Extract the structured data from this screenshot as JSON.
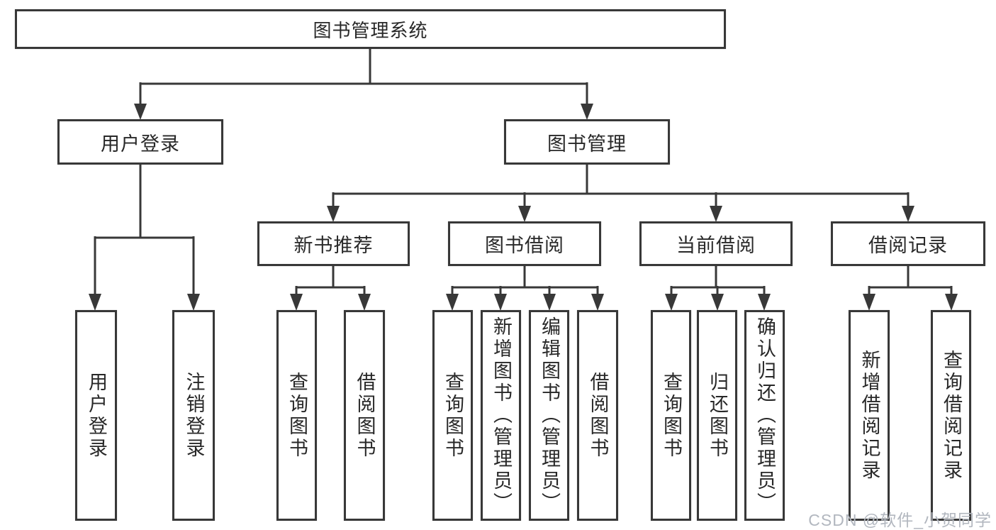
{
  "diagram": {
    "type": "hierarchy",
    "nodes": {
      "root": "图书管理系统",
      "login": "用户登录",
      "book_mgmt": "图书管理",
      "new_book": "新书推荐",
      "book_borrow": "图书借阅",
      "current_borrow": "当前借阅",
      "borrow_records": "借阅记录",
      "leaf_user_login": "用户登录",
      "leaf_logout": "注销登录",
      "leaf_nb_query": "查询图书",
      "leaf_nb_borrow": "借阅图书",
      "leaf_bb_query": "查询图书",
      "leaf_bb_add": "新增图书（管理员）",
      "leaf_bb_edit": "编辑图书（管理员）",
      "leaf_bb_borrow": "借阅图书",
      "leaf_cb_query": "查询图书",
      "leaf_cb_return": "归还图书",
      "leaf_cb_confirm": "确认归还（管理员）",
      "leaf_br_add": "新增借阅记录",
      "leaf_br_query": "查询借阅记录"
    },
    "edges": [
      [
        "图书管理系统",
        "用户登录"
      ],
      [
        "图书管理系统",
        "图书管理"
      ],
      [
        "用户登录",
        "用户登录"
      ],
      [
        "用户登录",
        "注销登录"
      ],
      [
        "图书管理",
        "新书推荐"
      ],
      [
        "图书管理",
        "图书借阅"
      ],
      [
        "图书管理",
        "当前借阅"
      ],
      [
        "图书管理",
        "借阅记录"
      ],
      [
        "新书推荐",
        "查询图书"
      ],
      [
        "新书推荐",
        "借阅图书"
      ],
      [
        "图书借阅",
        "查询图书"
      ],
      [
        "图书借阅",
        "新增图书（管理员）"
      ],
      [
        "图书借阅",
        "编辑图书（管理员）"
      ],
      [
        "图书借阅",
        "借阅图书"
      ],
      [
        "当前借阅",
        "查询图书"
      ],
      [
        "当前借阅",
        "归还图书"
      ],
      [
        "当前借阅",
        "确认归还（管理员）"
      ],
      [
        "借阅记录",
        "新增借阅记录"
      ],
      [
        "借阅记录",
        "查询借阅记录"
      ]
    ],
    "colors": {
      "line": "#383838",
      "text": "#282828",
      "box_background": "#ffffff"
    }
  },
  "watermark": {
    "text": "CSDN @软件_小贺同学",
    "color": "#b2b7bf"
  }
}
